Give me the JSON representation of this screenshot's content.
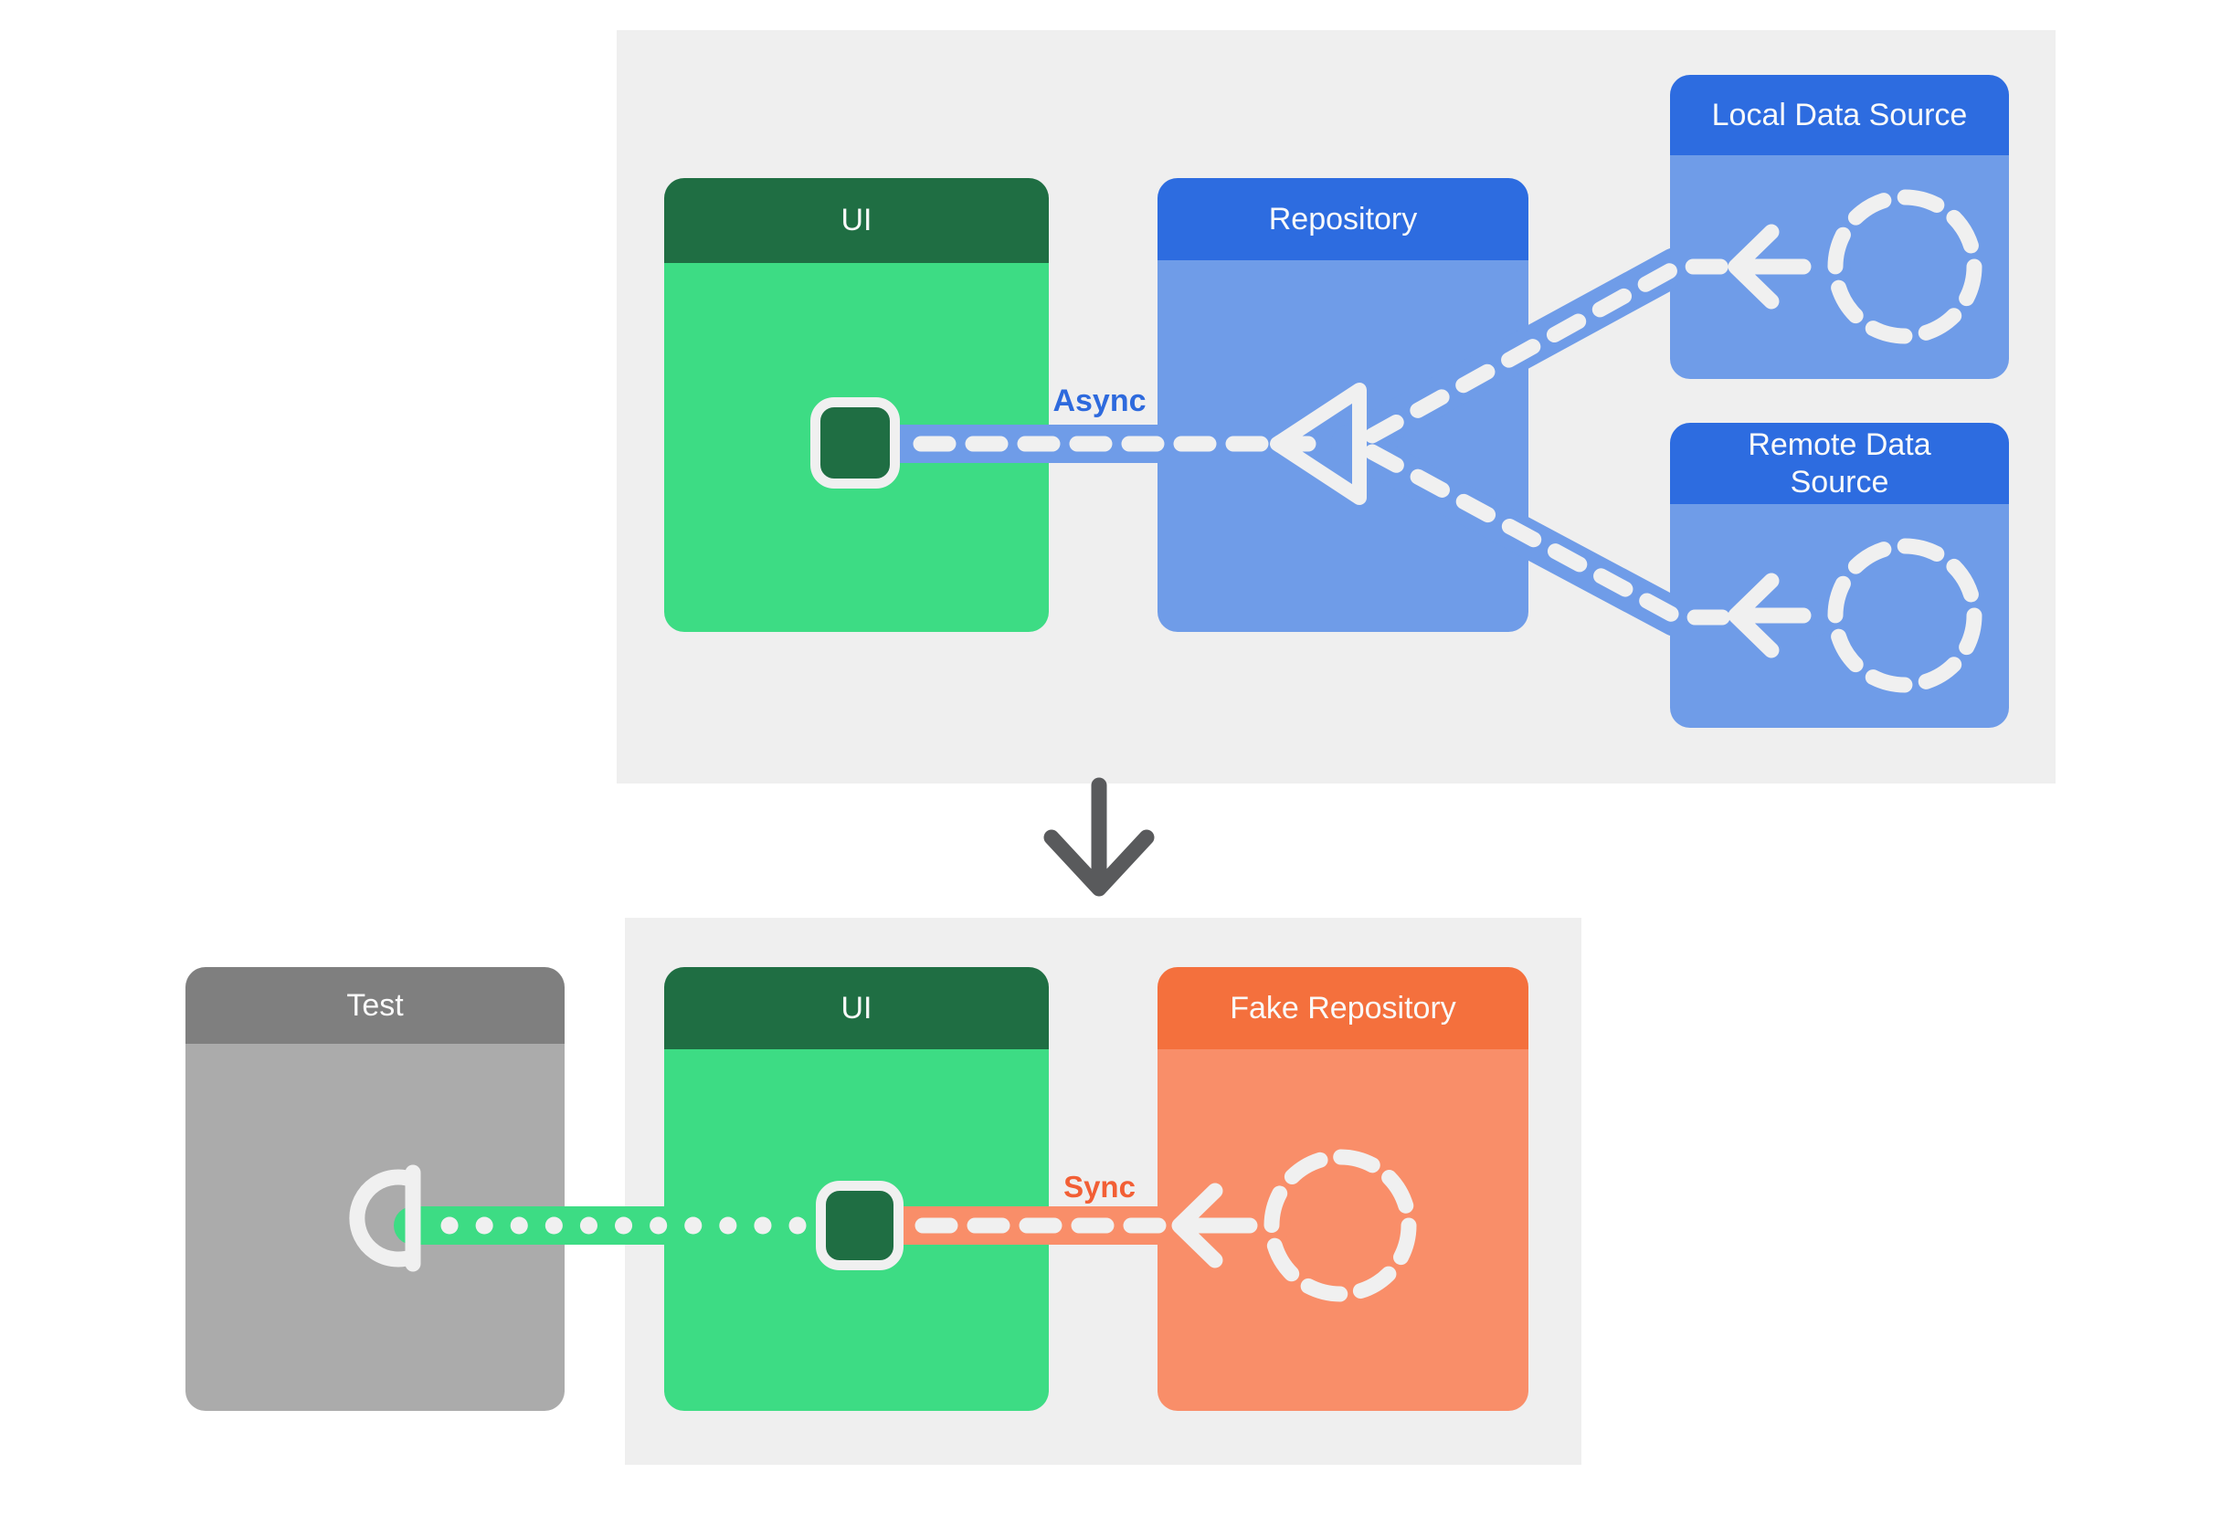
{
  "colors": {
    "page_bg": "#ffffff",
    "panel_bg": "#efefef",
    "green_dark": "#1f6e43",
    "green": "#3ddc84",
    "blue_dark": "#2d6ce0",
    "blue_light": "#6f9ce8",
    "gray_dark": "#7f7f7f",
    "gray_light": "#ababab",
    "orange_dark": "#f4703d",
    "orange_light": "#f98e69",
    "white_stroke": "#f0f0f0",
    "arrow_gray": "#595a5c",
    "async_label": "#2e6add",
    "sync_label": "#f25f35"
  },
  "top_section": {
    "cards": {
      "ui": {
        "title": "UI"
      },
      "repository": {
        "title": "Repository"
      },
      "local": {
        "title": "Local Data Source"
      },
      "remote": {
        "title": "Remote Data\nSource"
      }
    },
    "connection_label": "Async",
    "icons": {
      "ui_state_chip": "ui-state-square",
      "merge_triangle": "merge-triangle",
      "data_source_circle": "dashed-circle-placeholder",
      "flow_arrow": "left-arrow"
    }
  },
  "transition": {
    "icon": "down-arrow"
  },
  "bottom_section": {
    "cards": {
      "test": {
        "title": "Test"
      },
      "ui": {
        "title": "UI"
      },
      "fake_repository": {
        "title": "Fake Repository"
      }
    },
    "connection_label": "Sync",
    "icons": {
      "test_socket": "test-socket-half-circle",
      "ui_state_chip": "ui-state-square",
      "data_source_circle": "dashed-circle-placeholder",
      "flow_arrow": "left-arrow"
    }
  }
}
